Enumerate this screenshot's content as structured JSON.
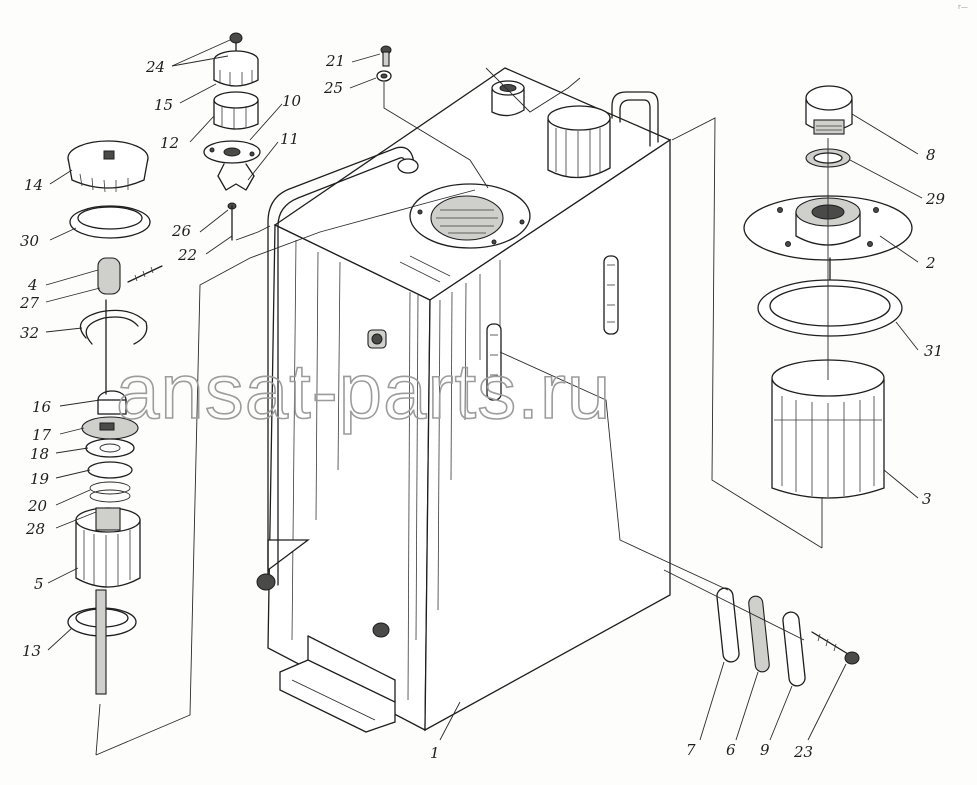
{
  "watermark": "ansat-parts.ru",
  "corner_mark": "r—",
  "callouts": [
    "24",
    "15",
    "12",
    "10",
    "11",
    "14",
    "30",
    "4",
    "27",
    "32",
    "26",
    "22",
    "21",
    "25",
    "16",
    "17",
    "18",
    "19",
    "20",
    "28",
    "5",
    "13",
    "8",
    "29",
    "2",
    "31",
    "3",
    "7",
    "6",
    "9",
    "23",
    "1"
  ]
}
